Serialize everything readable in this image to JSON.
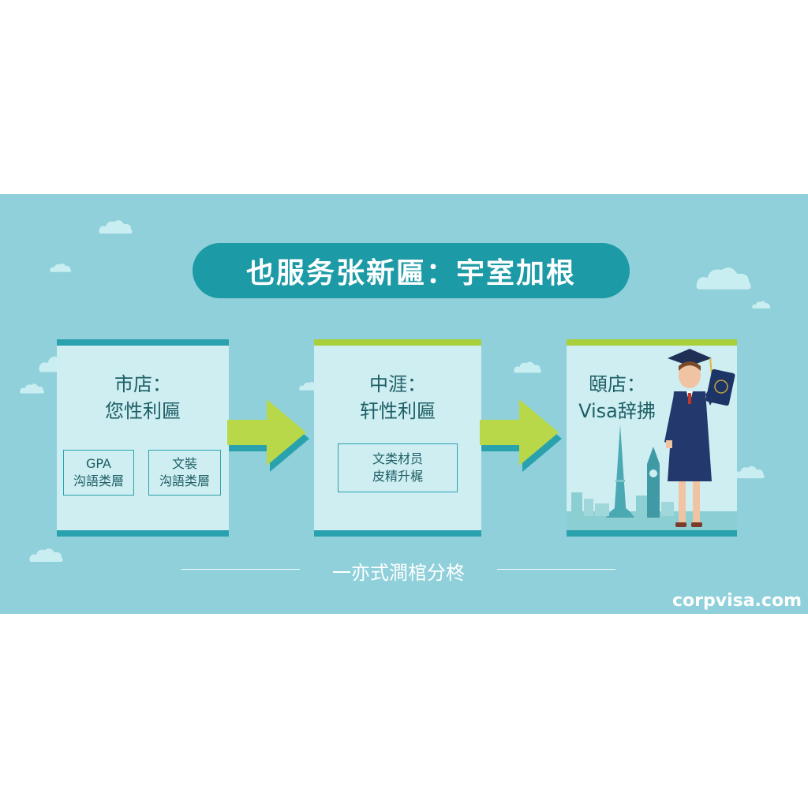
{
  "title": "也服务张新匾：宇室加根",
  "steps": [
    {
      "heading_line1": "市店：",
      "heading_line2": "您性利匾",
      "boxes": [
        "GPA\n沟語类層",
        "文裝\n沟語类層"
      ]
    },
    {
      "heading_line1": "中涯：",
      "heading_line2": "轩性利匾",
      "boxes": [
        "文类材员\n皮精升梶"
      ]
    },
    {
      "heading_line1": "頤店：",
      "heading_line2": "Visa辞拂",
      "boxes": []
    }
  ],
  "footer": "一亦式澗棺分柊",
  "watermark": "corpvisa.com",
  "illustration": {
    "figure": "graduate-with-passport",
    "skyline": "eiffel-tower-big-ben-city"
  },
  "colors": {
    "banner_bg": "#8fd0da",
    "title_pill": "#1c9aa6",
    "card_bg": "#cfeef1",
    "card_border": "#2aa2ae",
    "accent_green": "#a9cf3c",
    "text_dark": "#1d5f66",
    "gown": "#1f3566"
  }
}
